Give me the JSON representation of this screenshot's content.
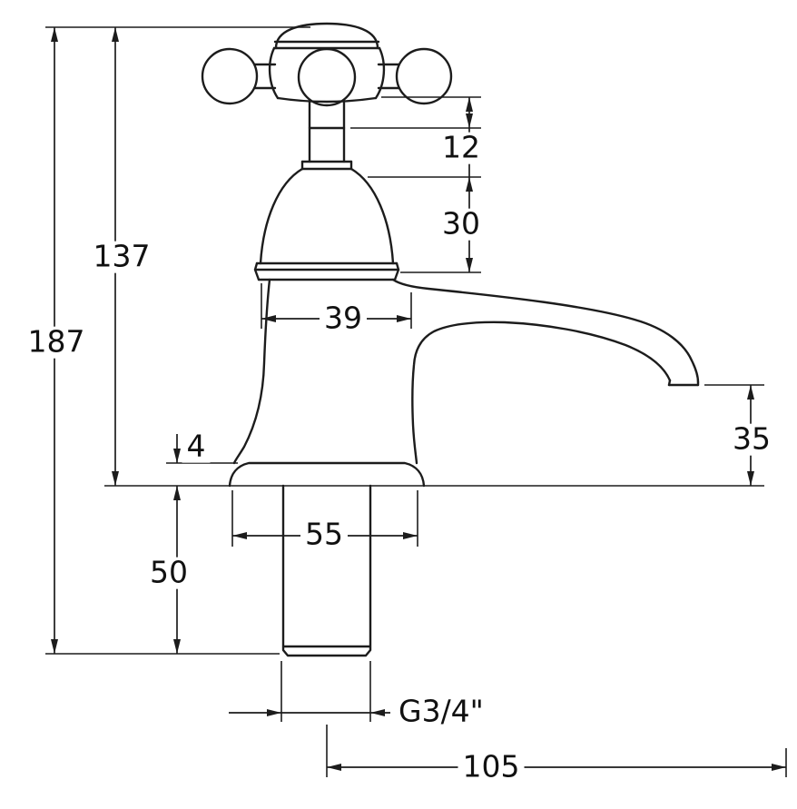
{
  "drawing": {
    "title": "Traditional cross-head pillar tap technical dimension drawing",
    "labels": {
      "overall_height": "187",
      "height_to_shroud_top": "137",
      "spindle_exposed": "12",
      "shroud_height": "30",
      "shroud_width": "39",
      "spout_outlet_height": "35",
      "base_flange_thickness": "4",
      "tail_length": "50",
      "base_width": "55",
      "thread_size": "G3/4\"",
      "spout_reach": "105"
    },
    "colors": {
      "line": "#1c1c1c",
      "background": "#ffffff"
    }
  }
}
